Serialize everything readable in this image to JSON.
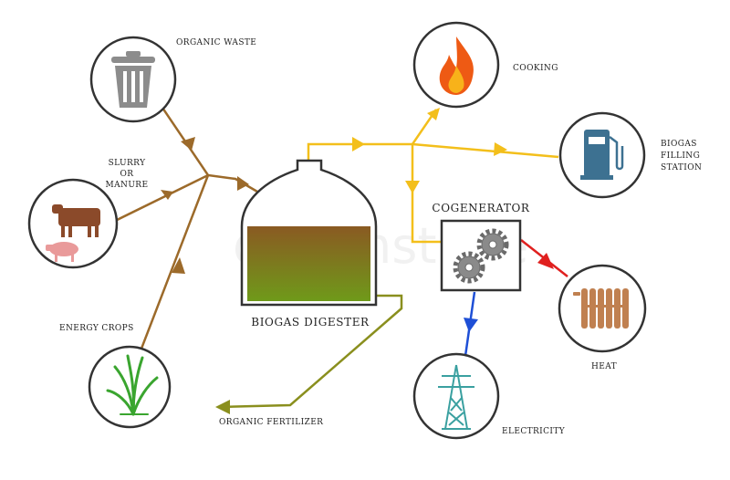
{
  "labels": {
    "organic_waste": "ORGANIC WASTE",
    "slurry_1": "SLURRY",
    "slurry_2": "OR",
    "slurry_3": "MANURE",
    "energy_crops": "ENERGY CROPS",
    "digester": "BIOGAS DIGESTER",
    "fertilizer": "ORGANIC FERTILIZER",
    "cooking": "COOKING",
    "station_1": "BIOGAS",
    "station_2": "FILLING",
    "station_3": "STATION",
    "cogenerator": "COGENERATOR",
    "heat": "HEAT",
    "electricity": "ELECTRICITY"
  },
  "watermark": "dreamstime",
  "icons": [
    "trash-icon",
    "cow-icon",
    "pig-icon",
    "grass-icon",
    "flame-icon",
    "fuel-pump-icon",
    "gears-icon",
    "radiator-icon",
    "power-pylon-icon"
  ],
  "colors": {
    "inputs_flow": "#9c6a2a",
    "gas_flow": "#f3bf1b",
    "fertilizer_flow": "#8a8f1e",
    "heat_flow": "#e0201f",
    "electricity_flow": "#1e4fd6",
    "circle_stroke": "#333333",
    "flame": "#ee5a14",
    "pump": "#3d7191",
    "gears": "#8a8a8a",
    "radiator": "#c08050",
    "pylon": "#3aa0a0"
  }
}
